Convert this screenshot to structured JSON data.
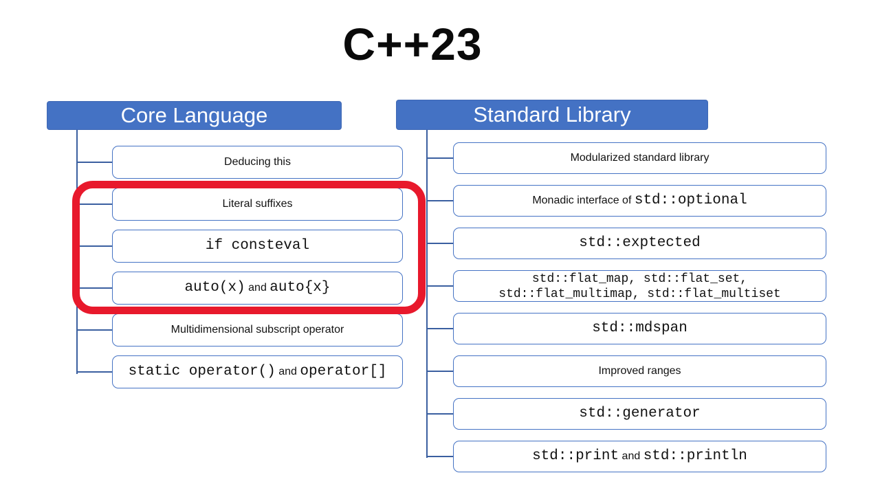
{
  "title": "C++23",
  "colors": {
    "header_bg": "#4472c4",
    "header_text": "#ffffff",
    "box_border": "#4472c4",
    "connector": "#3a5fa0",
    "highlight": "#e8192c"
  },
  "columns": [
    {
      "id": "core-language",
      "header": "Core Language",
      "items": [
        {
          "segments": [
            {
              "text": "Deducing this",
              "mono": false
            }
          ]
        },
        {
          "segments": [
            {
              "text": "Literal suffixes",
              "mono": false
            }
          ]
        },
        {
          "segments": [
            {
              "text": "if consteval",
              "mono": true
            }
          ]
        },
        {
          "segments": [
            {
              "text": "auto(x)",
              "mono": true
            },
            {
              "text": " and ",
              "mono": false
            },
            {
              "text": "auto{x}",
              "mono": true
            }
          ]
        },
        {
          "segments": [
            {
              "text": "Multidimensional subscript operator",
              "mono": false
            }
          ]
        },
        {
          "segments": [
            {
              "text": "static operator()",
              "mono": true
            },
            {
              "text": " and ",
              "mono": false
            },
            {
              "text": "operator[]",
              "mono": true
            }
          ]
        }
      ]
    },
    {
      "id": "standard-library",
      "header": "Standard Library",
      "items": [
        {
          "segments": [
            {
              "text": "Modularized standard library",
              "mono": false
            }
          ]
        },
        {
          "segments": [
            {
              "text": "Monadic interface of ",
              "mono": false
            },
            {
              "text": "std::optional",
              "mono": true
            }
          ]
        },
        {
          "segments": [
            {
              "text": "std::exptected",
              "mono": true
            }
          ]
        },
        {
          "small": true,
          "segments": [
            {
              "text": "std::flat_map, std::flat_set,",
              "mono": true
            },
            {
              "br": true
            },
            {
              "text": "std::flat_multimap, std::flat_multiset",
              "mono": true
            }
          ]
        },
        {
          "segments": [
            {
              "text": "std::mdspan",
              "mono": true
            }
          ]
        },
        {
          "segments": [
            {
              "text": "Improved ranges",
              "mono": false
            }
          ]
        },
        {
          "segments": [
            {
              "text": "std::generator",
              "mono": true
            }
          ]
        },
        {
          "segments": [
            {
              "text": "std::print",
              "mono": true
            },
            {
              "text": " and ",
              "mono": false
            },
            {
              "text": "std::println",
              "mono": true
            }
          ]
        }
      ]
    }
  ],
  "highlight": {
    "covered_items": [
      "Literal suffixes",
      "if consteval",
      "auto(x) and auto{x}"
    ]
  }
}
